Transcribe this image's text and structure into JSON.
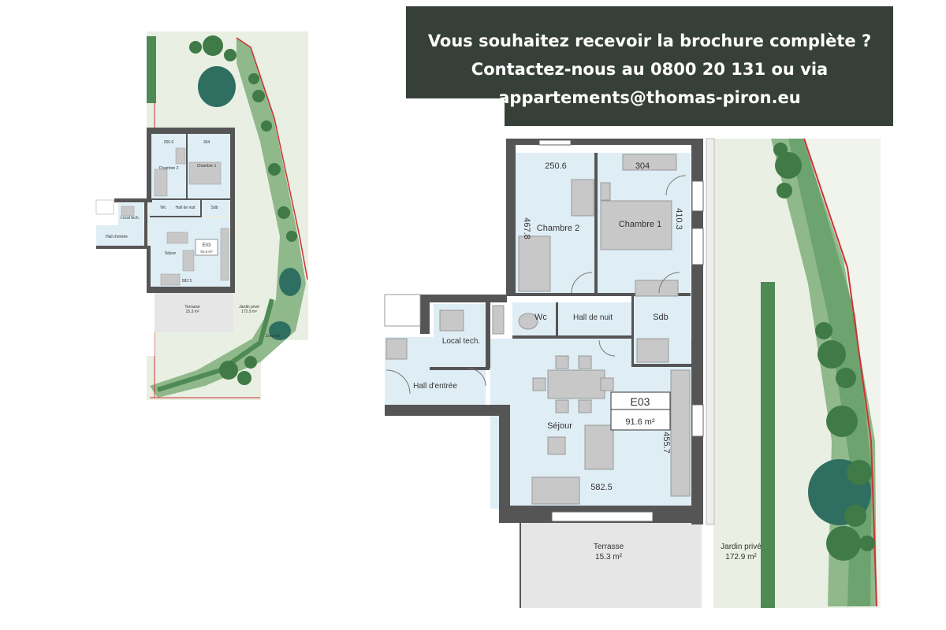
{
  "banner": {
    "line1": "Vous souhaitez recevoir la brochure complète ?",
    "line2": "Contactez-nous au 0800 20 131 ou via",
    "line3": "appartements@thomas-piron.eu"
  },
  "plan": {
    "rooms": {
      "chambre2": "Chambre 2",
      "chambre1": "Chambre 1",
      "wc": "Wc",
      "hall_nuit": "Hall de nuit",
      "sdb": "Sdb",
      "local_tech": "Local tech.",
      "hall_entree": "Hall d'entrée",
      "sejour": "Séjour"
    },
    "unit": {
      "id": "E03",
      "area": "91.6 m²"
    },
    "dimensions": {
      "chambre2_w": "250.6",
      "chambre1_w": "304",
      "chambre2_h": "467.8",
      "chambre1_h": "410.3",
      "sejour_w": "582.5",
      "sejour_h": "455.7"
    },
    "outdoor": {
      "terrasse": "Terrasse",
      "terrasse_area": "15.3 m²",
      "jardin": "Jardin privé",
      "jardin_area": "172.9 m²"
    },
    "thumbnail": {
      "zone_label": "Zone de"
    }
  },
  "colors": {
    "banner_bg": "#374038",
    "room_fill": "#dfeef5",
    "garden_light": "#e9efe2",
    "garden_dark": "#4f8a55",
    "tree": "#3f7a47",
    "pond": "#2f6f62",
    "wall": "#555555",
    "boundary": "#cc3333"
  }
}
